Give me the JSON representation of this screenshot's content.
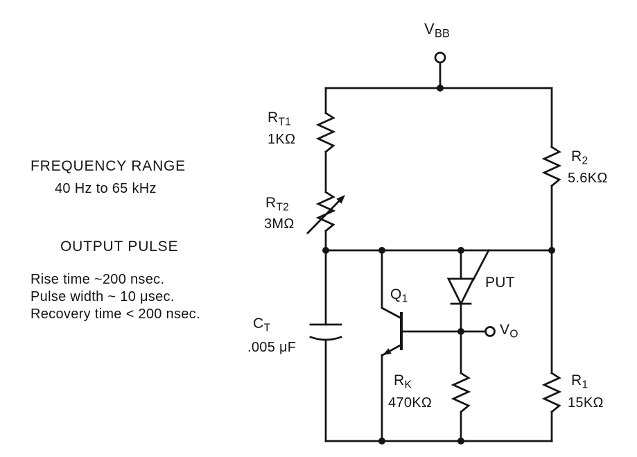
{
  "page": {
    "background": "#ffffff",
    "ink_color": "#151515"
  },
  "notes": {
    "frequency_range": {
      "title": "FREQUENCY RANGE",
      "value": "40 Hz to 65 kHz"
    },
    "output_pulse": {
      "title": "OUTPUT PULSE",
      "specs": [
        "Rise time ~200 nsec.",
        "Pulse width ~ 10 μsec.",
        "Recovery time < 200 nsec."
      ]
    }
  },
  "components": {
    "vbb": {
      "base": "V",
      "sub": "BB"
    },
    "rt1": {
      "base": "R",
      "sub": "T1",
      "value": "1KΩ"
    },
    "rt2": {
      "base": "R",
      "sub": "T2",
      "value": "3MΩ"
    },
    "r2": {
      "base": "R",
      "sub": "2",
      "value": "5.6KΩ"
    },
    "r1": {
      "base": "R",
      "sub": "1",
      "value": "15KΩ"
    },
    "rk": {
      "base": "R",
      "sub": "K",
      "value": "470KΩ"
    },
    "ct": {
      "base": "C",
      "sub": "T",
      "value": ".005 μF"
    },
    "q1": {
      "base": "Q",
      "sub": "1"
    },
    "put": {
      "label": "PUT"
    },
    "vo": {
      "base": "V",
      "sub": "O"
    }
  }
}
